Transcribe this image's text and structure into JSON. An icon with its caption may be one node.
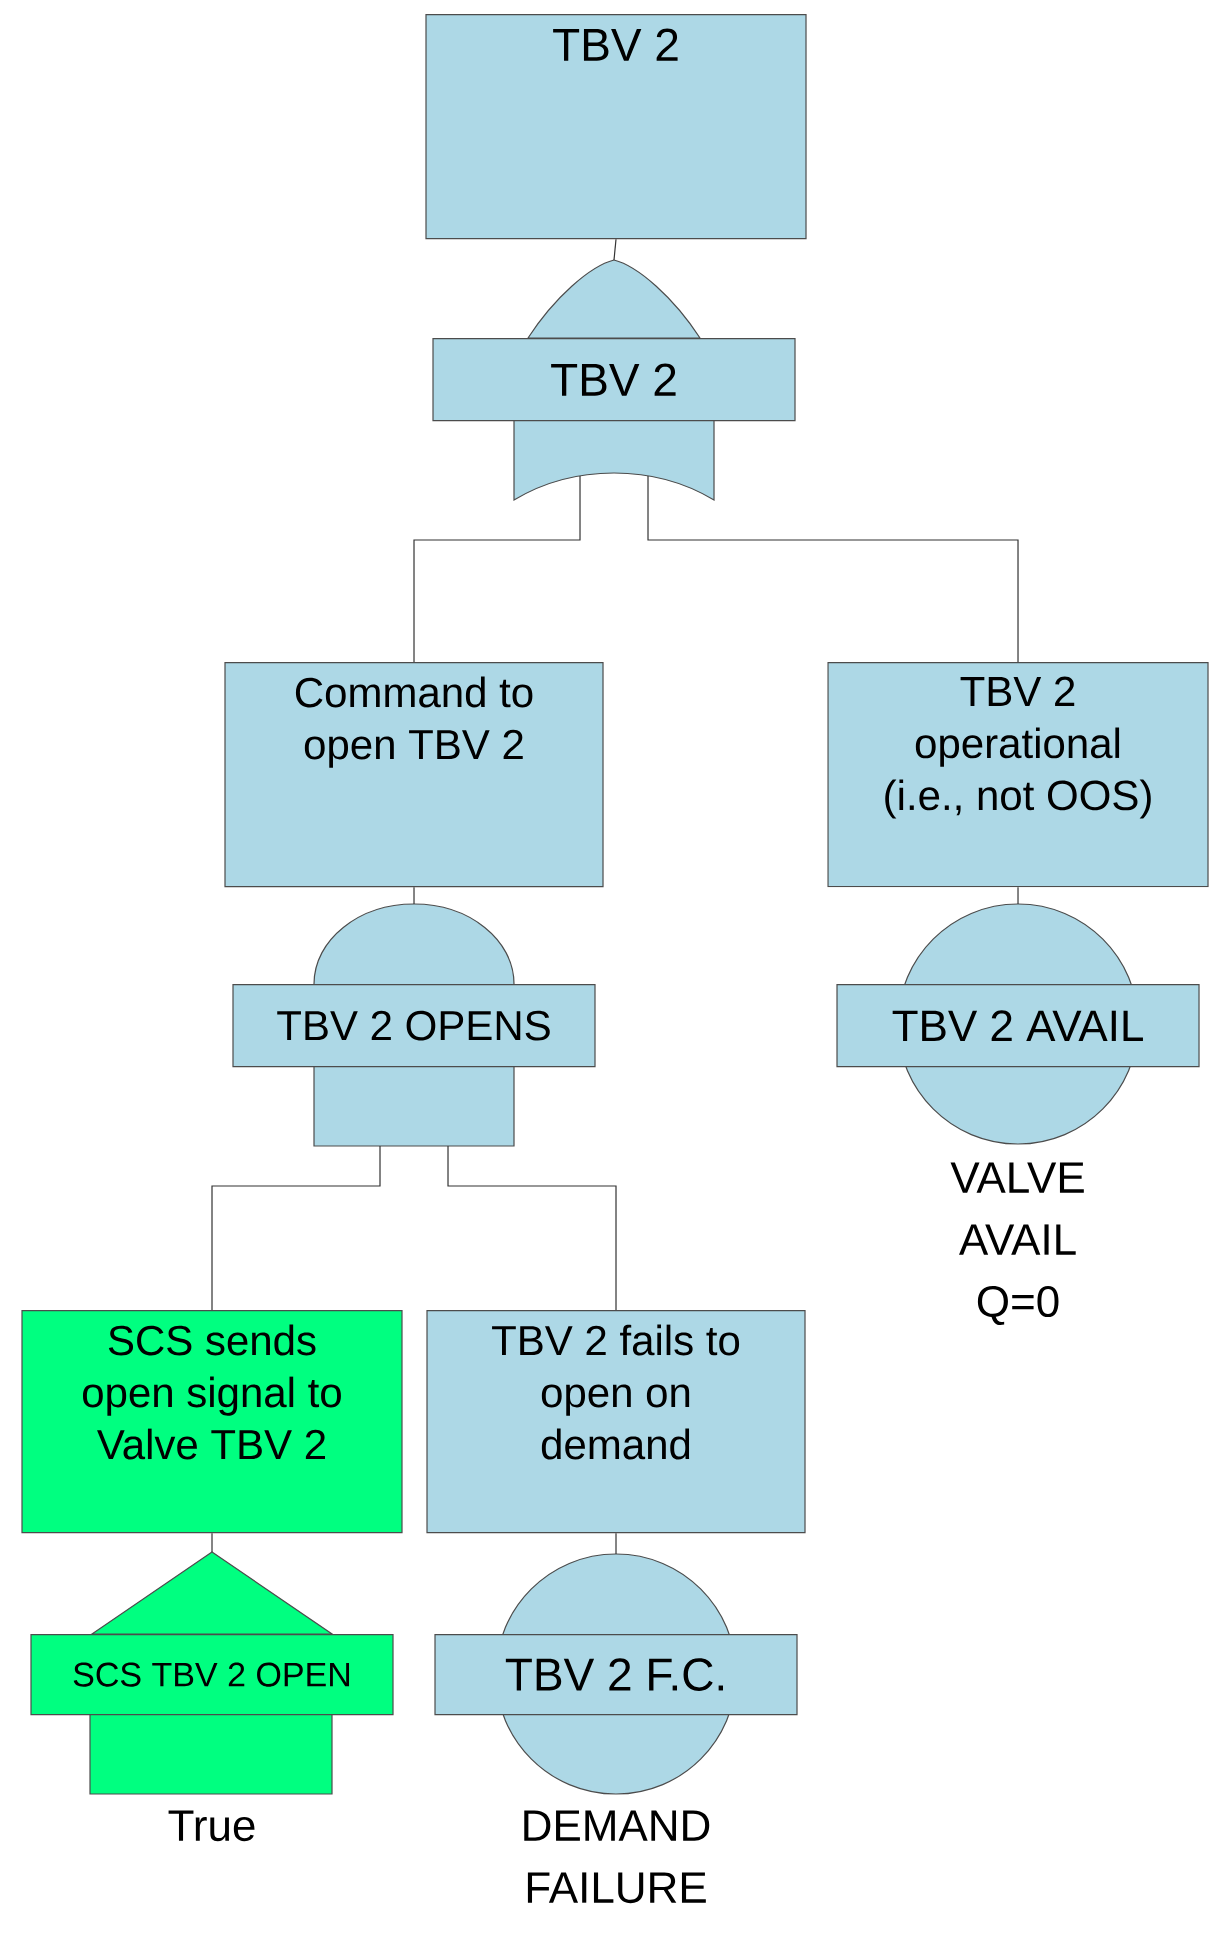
{
  "diagram": {
    "nodes": [
      {
        "text": [
          "TBV 2"
        ]
      },
      {
        "text": [
          "TBV 2"
        ]
      },
      {
        "text": [
          "Command to open TBV 2"
        ]
      },
      {
        "text": [
          "TBV 2 operational (i.e., not OOS)"
        ]
      },
      {
        "text": [
          "TBV 2 OPENS"
        ]
      },
      {
        "text": [
          "TBV 2 AVAIL"
        ],
        "beside": [
          "VALVE AVAIL Q=0"
        ]
      },
      {
        "text": [
          "SCS sends open signal to Valve TBV 2"
        ]
      },
      {
        "text": [
          "TBV 2 fails to open on demand"
        ]
      },
      {
        "text": [
          "SCS TBV 2 OPEN"
        ],
        "beside": [
          "True"
        ]
      },
      {
        "text": [
          "TBV 2 F.C."
        ],
        "beside": [
          "DEMAND FAILURE"
        ]
      }
    ],
    "edges": [
      {
        "from": 0,
        "to": 1,
        "arrow": "none"
      },
      {
        "from": 1,
        "to": 2,
        "arrow": "none"
      },
      {
        "from": 1,
        "to": 3,
        "arrow": "none"
      },
      {
        "from": 2,
        "to": 4,
        "arrow": "none"
      },
      {
        "from": 3,
        "to": 5,
        "arrow": "none"
      },
      {
        "from": 4,
        "to": 6,
        "arrow": "none"
      },
      {
        "from": 4,
        "to": 7,
        "arrow": "none"
      },
      {
        "from": 6,
        "to": 8,
        "arrow": "none"
      },
      {
        "from": 7,
        "to": 9,
        "arrow": "none"
      }
    ]
  }
}
